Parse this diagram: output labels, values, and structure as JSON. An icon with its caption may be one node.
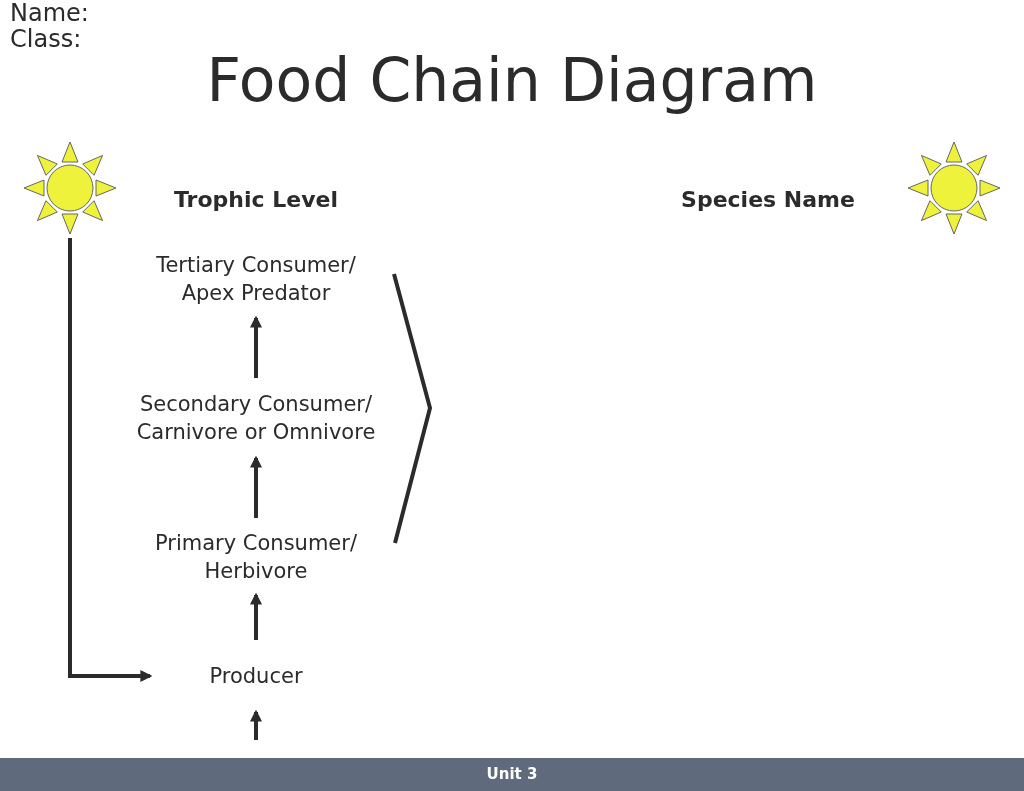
{
  "diagram": {
    "title": "Food Chain Diagram",
    "nodes": [
      {
        "text": [],
        "shape": "picture"
      },
      {
        "text": [
          "Tertiary Consumer/ Apex Predator"
        ]
      },
      {
        "text": [
          "Secondary Consumer/ Carnivore or Omnivore"
        ]
      },
      {
        "text": [
          "Primary Consumer/ Herbivore"
        ]
      },
      {
        "text": [
          "Producer"
        ]
      }
    ],
    "edges": [
      {
        "from": 0,
        "to": 4,
        "arrow": "to"
      },
      {
        "from": null,
        "to": 4,
        "arrow": "to"
      },
      {
        "from": 4,
        "to": 3,
        "arrow": "to"
      },
      {
        "from": 3,
        "to": 2,
        "arrow": "to"
      },
      {
        "from": 2,
        "to": 1,
        "arrow": "to"
      }
    ],
    "labels": [
      "Name:",
      "Class:",
      "Trophic Level",
      "Species Name",
      "Unit 3"
    ]
  }
}
